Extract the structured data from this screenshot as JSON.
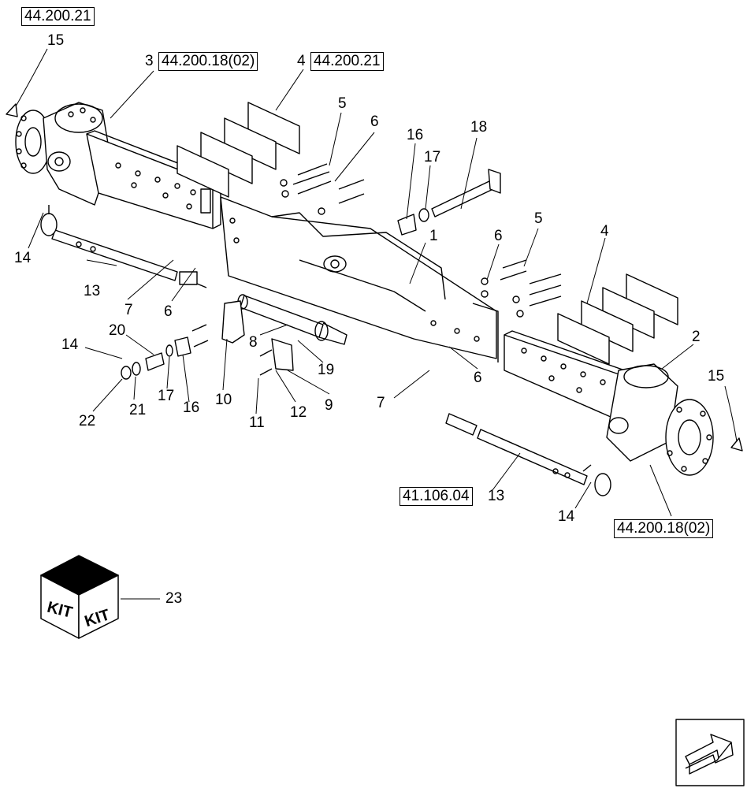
{
  "references": {
    "ref_top_left": "44.200.21",
    "ref_3": "44.200.18(02)",
    "ref_4": "44.200.21",
    "ref_steering": "41.106.04",
    "ref_bottom_right": "44.200.18(02)"
  },
  "callouts": {
    "c15_top": "15",
    "c3": "3",
    "c4_top": "4",
    "c5_top": "5",
    "c6_top": "6",
    "c16_top": "16",
    "c17_top": "17",
    "c18": "18",
    "c14_left": "14",
    "c13_left": "13",
    "c7_left": "7",
    "c6_left": "6",
    "c1": "1",
    "c6_mid": "6",
    "c5_right": "5",
    "c4_right": "4",
    "c2": "2",
    "c15_right": "15",
    "c14_mid": "14",
    "c20": "20",
    "c8": "8",
    "c19": "19",
    "c17_bot": "17",
    "c16_bot": "16",
    "c10": "10",
    "c6_bot": "6",
    "c7_bot": "7",
    "c22": "22",
    "c21": "21",
    "c11": "11",
    "c12": "12",
    "c9": "9",
    "c13_right": "13",
    "c14_right": "14",
    "c23": "23"
  },
  "kit": {
    "label_front": "KIT",
    "label_side": "KIT"
  }
}
